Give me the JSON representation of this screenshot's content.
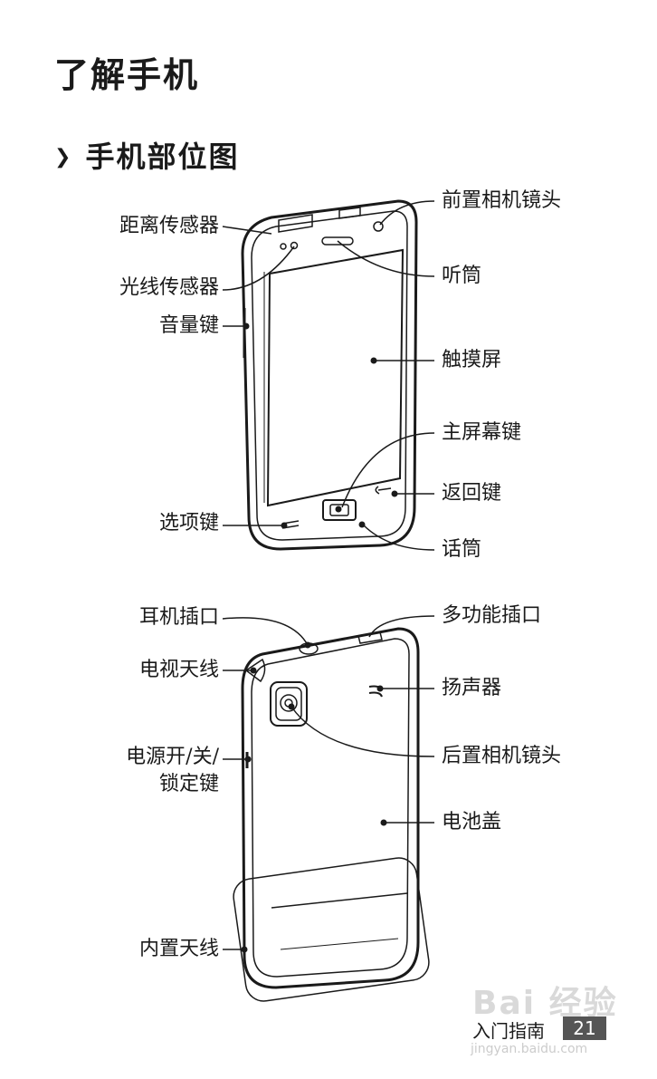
{
  "page": {
    "title": "了解手机",
    "section_title": "手机部位图",
    "footer_text": "入门指南",
    "page_number": "21"
  },
  "watermark": {
    "text": "Bai 经验",
    "sub": "jingyan.baidu.com"
  },
  "front_labels": {
    "proximity_sensor": "距离传感器",
    "light_sensor": "光线传感器",
    "volume_key": "音量键",
    "option_key": "选项键",
    "front_camera": "前置相机镜头",
    "earpiece": "听筒",
    "touchscreen": "触摸屏",
    "home_key": "主屏幕键",
    "back_key": "返回键",
    "microphone": "话筒"
  },
  "back_labels": {
    "headset_jack": "耳机插口",
    "tv_antenna": "电视天线",
    "power_key_line1": "电源开/关/",
    "power_key_line2": "锁定键",
    "internal_antenna": "内置天线",
    "multifunction_jack": "多功能插口",
    "speaker": "扬声器",
    "rear_camera": "后置相机镜头",
    "battery_cover": "电池盖"
  }
}
